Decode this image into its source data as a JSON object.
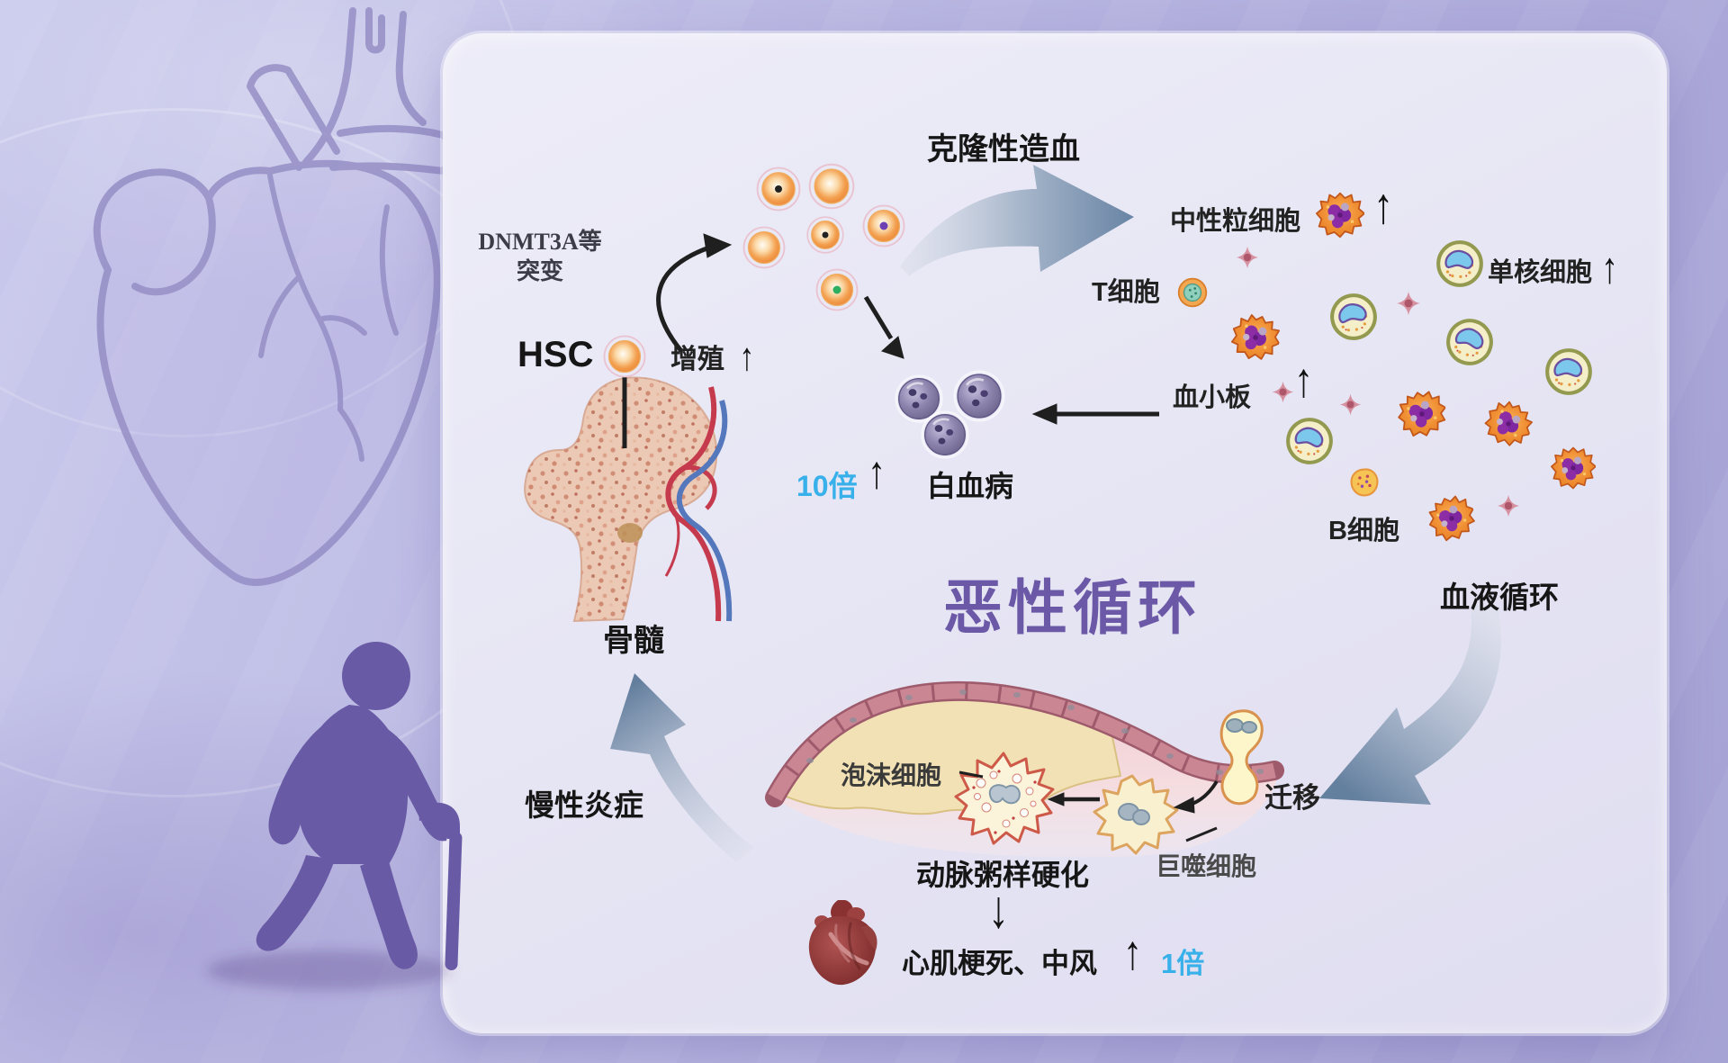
{
  "labels": {
    "mutation_line1": "DNMT3A等",
    "mutation_line2": "突变",
    "hsc": "HSC",
    "proliferation": "增殖",
    "clonal_hematopoiesis": "克隆性造血",
    "neutrophil": "中性粒细胞",
    "t_cell": "T细胞",
    "monocyte": "单核细胞",
    "platelet": "血小板",
    "b_cell": "B细胞",
    "leukemia_fold": "10倍",
    "leukemia": "白血病",
    "vicious_cycle": "恶性循环",
    "bone_marrow": "骨髓",
    "blood_circulation": "血液循环",
    "foam_cell": "泡沫细胞",
    "migration": "迁移",
    "macrophage": "巨噬细胞",
    "chronic_inflammation": "慢性炎症",
    "atherosclerosis": "动脉粥样硬化",
    "mi_stroke": "心肌梗死、中风",
    "mi_fold": "1倍"
  },
  "arrows": {
    "up": "↑",
    "down": "↓"
  },
  "colors": {
    "fold_highlight": "#38b0ea",
    "vicious_purple": "#6b58a6",
    "swoosh_blue": "#6b86a6",
    "panel_background": "#e8e7f5",
    "page_background": "#b6b4e0"
  }
}
